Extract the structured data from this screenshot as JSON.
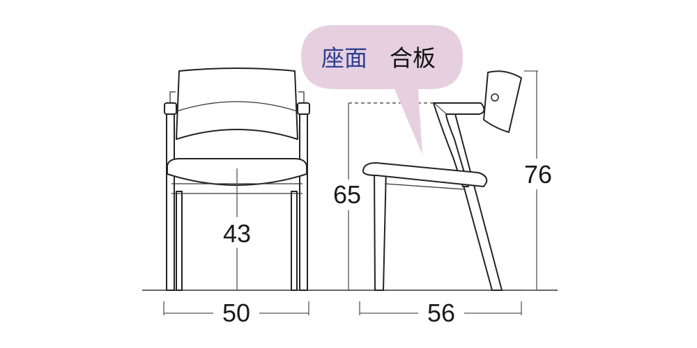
{
  "callout": {
    "material_label": "座面",
    "material_value": "合板"
  },
  "dimensions": {
    "front_seat_height": "43",
    "front_width": "50",
    "side_arm_height": "65",
    "side_depth": "56",
    "side_total_height": "76"
  },
  "colors": {
    "callout_bg": "#e6d0e0",
    "label_color": "#2e3f8f",
    "value_color": "#111111"
  }
}
